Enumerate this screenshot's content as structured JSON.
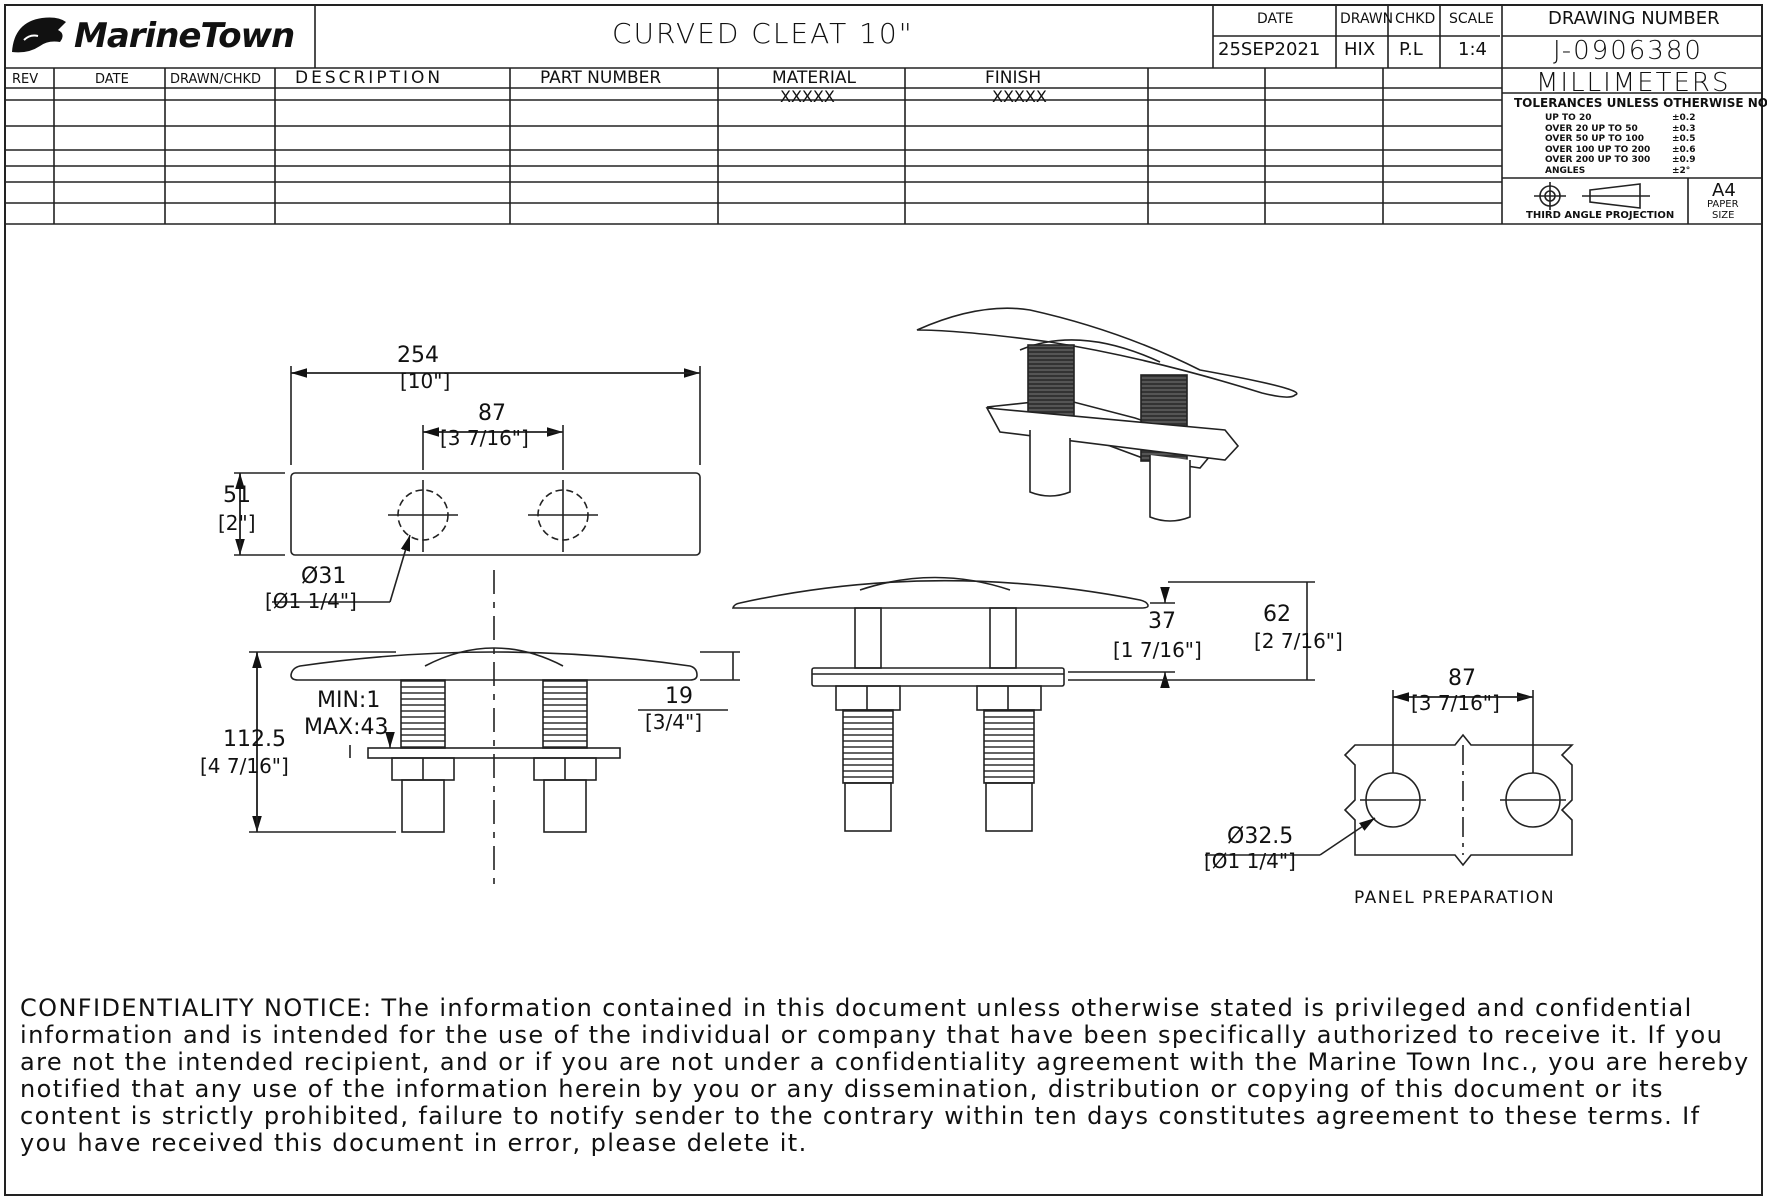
{
  "title_block": {
    "company": "MarineTown",
    "title": "CURVED CLEAT 10\"",
    "date_header": "DATE",
    "drawn_header": "DRAWN",
    "chkd_header": "CHKD",
    "scale_header": "SCALE",
    "drawing_number_header": "DRAWING NUMBER",
    "date": "25SEP2021",
    "drawn": "HIX",
    "chkd": "P.L",
    "scale": "1:4",
    "drawing_number": "J-0906380",
    "units": "MILLIMETERS",
    "tolerance_title": "TOLERANCES UNLESS OTHERWISE NOTED",
    "tolerances": [
      {
        "range": "UP TO 20",
        "value": "±0.2"
      },
      {
        "range": "OVER 20 UP TO 50",
        "value": "±0.3"
      },
      {
        "range": "OVER 50 UP TO 100",
        "value": "±0.5"
      },
      {
        "range": "OVER 100 UP TO 200",
        "value": "±0.6"
      },
      {
        "range": "OVER 200 UP TO 300",
        "value": "±0.9"
      },
      {
        "range": "ANGLES",
        "value": "±2°"
      }
    ],
    "projection": "THIRD ANGLE PROJECTION",
    "paper_size": "A4",
    "paper_label_1": "PAPER",
    "paper_label_2": "SIZE"
  },
  "revision_table": {
    "headers": [
      "REV",
      "DATE",
      "DRAWN/CHKD",
      "DESCRIPTION",
      "PART NUMBER",
      "MATERIAL",
      "FINISH"
    ],
    "material_value": "XXXXX",
    "finish_value": "XXXXX"
  },
  "dimensions": {
    "overall_length": "254",
    "overall_length_in": "[10\"]",
    "hole_spacing": "87",
    "hole_spacing_in": "[3 7/16\"]",
    "base_width": "51",
    "base_width_in": "[2\"]",
    "hole_dia": "Ø31",
    "hole_dia_in": "[Ø1 1/4\"]",
    "flange_height": "19",
    "flange_height_in": "[3/4\"]",
    "min": "MIN:1",
    "max": "MAX:43",
    "total_height": "112.5",
    "total_height_in": "[4 7/16\"]",
    "horn_height": "37",
    "horn_height_in": "[1 7/16\"]",
    "overall_height": "62",
    "overall_height_in": "[2 7/16\"]",
    "panel_spacing": "87",
    "panel_spacing_in": "[3 7/16\"]",
    "panel_hole_dia": "Ø32.5",
    "panel_hole_dia_in": "[Ø1 1/4\"]",
    "panel_label": "PANEL PREPARATION"
  },
  "notice": "CONFIDENTIALITY NOTICE: The information contained in this document unless otherwise stated is privileged and confidential information and is intended for the use of the individual or company that have been specifically authorized to receive it. If you are not the intended recipient, and or if you are not under a confidentiality agreement with the Marine Town Inc., you are hereby notified that any use of the information herein by you or any dissemination, distribution or copying of this document or its content is strictly prohibited, failure to notify sender to the contrary within ten days constitutes agreement to these terms. If you have received this document in error, please delete it."
}
